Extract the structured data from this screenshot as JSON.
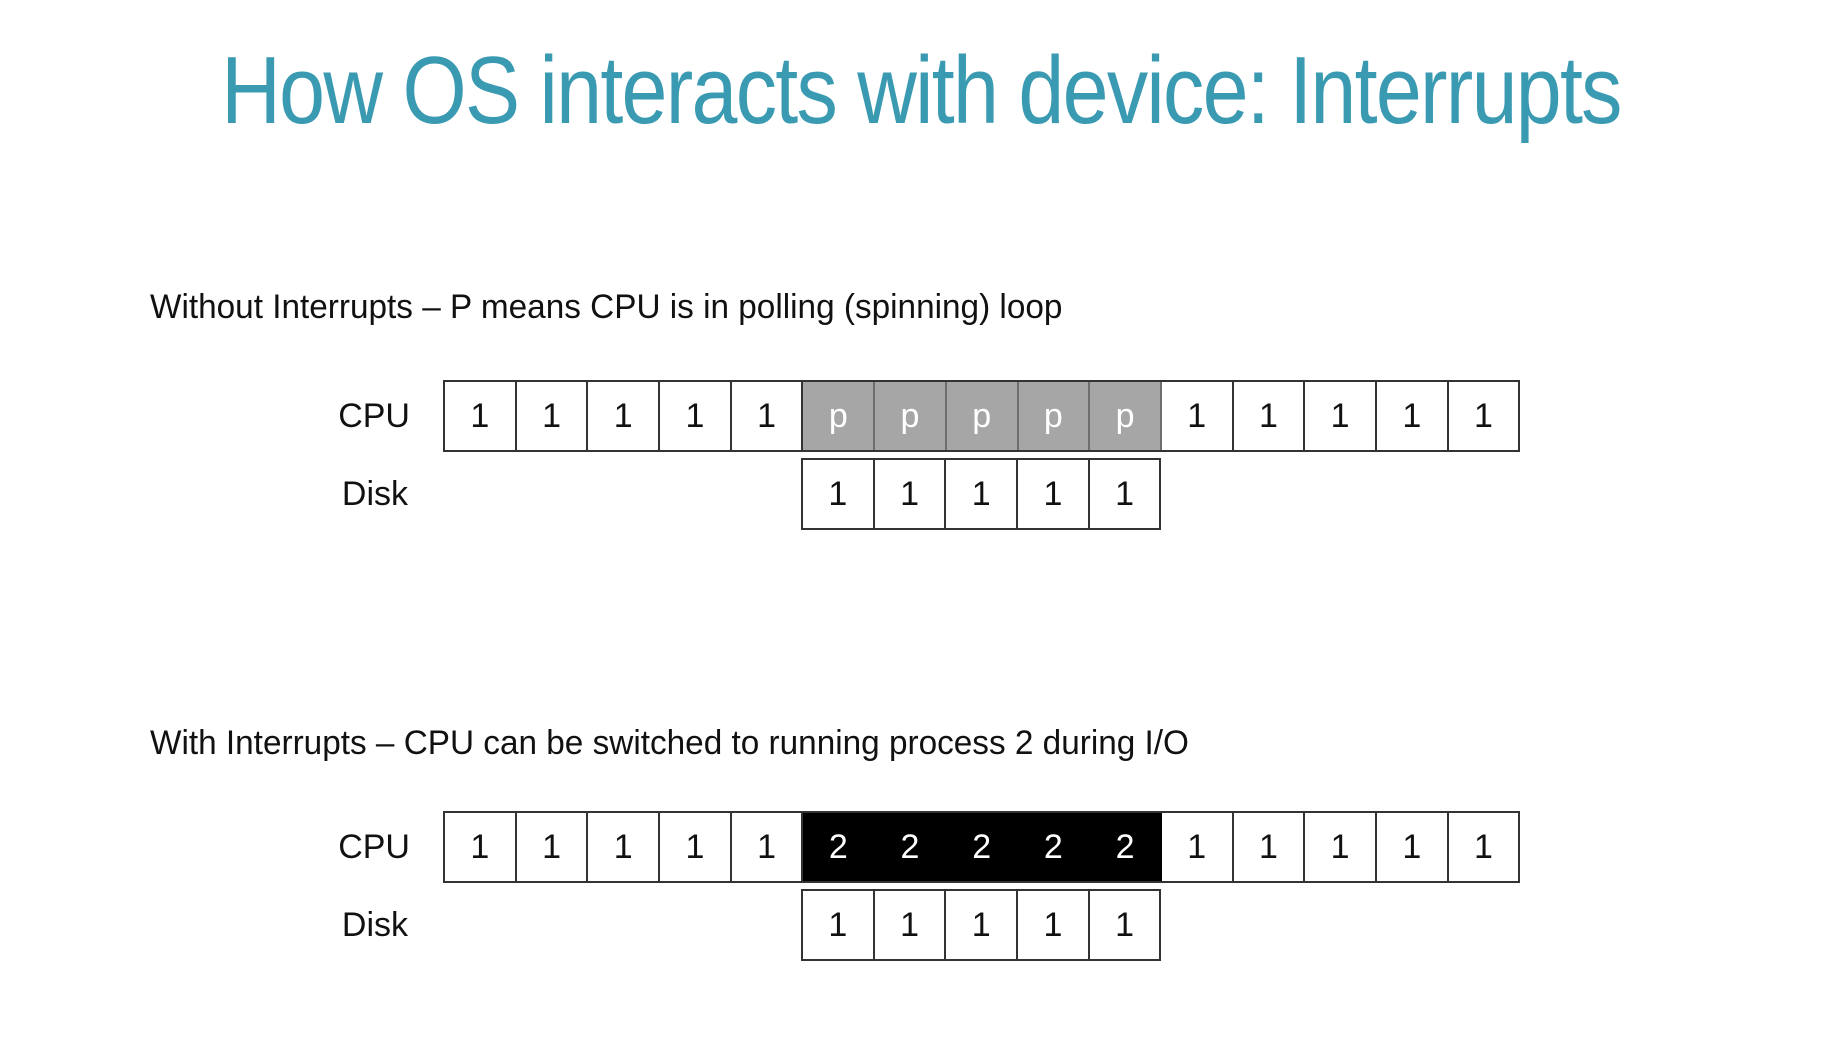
{
  "title": "How OS interacts with device: Interrupts",
  "sections": [
    {
      "caption": "Without Interrupts – P means CPU is in polling (spinning) loop",
      "cpu_label": "CPU",
      "disk_label": "Disk",
      "cpu_cells": [
        "1",
        "1",
        "1",
        "1",
        "1",
        "p",
        "p",
        "p",
        "p",
        "p",
        "1",
        "1",
        "1",
        "1",
        "1"
      ],
      "cpu_highlight_style": "poll",
      "highlight_color": "#a6a6a6",
      "disk_cells": [
        "1",
        "1",
        "1",
        "1",
        "1"
      ]
    },
    {
      "caption": "With Interrupts – CPU can be switched to running process 2 during I/O",
      "cpu_label": "CPU",
      "disk_label": "Disk",
      "cpu_cells": [
        "1",
        "1",
        "1",
        "1",
        "1",
        "2",
        "2",
        "2",
        "2",
        "2",
        "1",
        "1",
        "1",
        "1",
        "1"
      ],
      "cpu_highlight_style": "proc2",
      "highlight_color": "#000000",
      "disk_cells": [
        "1",
        "1",
        "1",
        "1",
        "1"
      ]
    }
  ],
  "colors": {
    "title": "#3a9ab2",
    "text": "#111111"
  }
}
